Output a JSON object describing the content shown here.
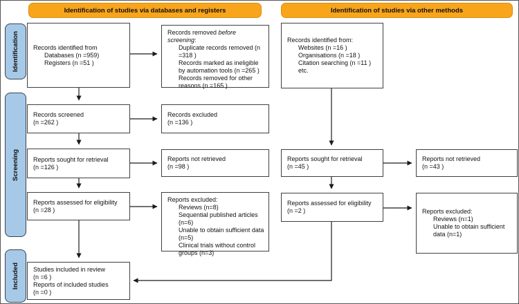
{
  "colors": {
    "banner_fill": "#F8A51B",
    "banner_border": "#DD8F0C",
    "sidebar_fill": "#A6C9E8",
    "sidebar_border": "#39424E",
    "box_border": "#3F3F3F",
    "arrow": "#1a1a1a"
  },
  "banners": {
    "databases": "Identification of studies via databases and registers",
    "other": "Identification of studies via other methods"
  },
  "sidebar": {
    "identification": "Identification",
    "screening": "Screening",
    "included": "Included"
  },
  "boxes": {
    "records_identified_db": {
      "line1": "Records identified from",
      "items": [
        "Databases (n =959)",
        "Registers (n =51 )"
      ]
    },
    "records_removed": {
      "title_prefix": "Records removed ",
      "title_italic": "before screening",
      "title_suffix": ":",
      "items": [
        "Duplicate records removed (n =318 )",
        "Records marked as ineligible by automation tools (n =265 )",
        "Records removed for other reasons (n =165 )"
      ]
    },
    "records_identified_other": {
      "line1": "Records identified from:",
      "items": [
        "Websites (n =16 )",
        "Organisations (n =18 )",
        "Citation searching (n =11 )",
        "etc."
      ]
    },
    "records_screened": {
      "line1": "Records screened",
      "line2": "(n =262 )"
    },
    "records_excluded": {
      "line1": "Records excluded",
      "line2": "(n =136 )"
    },
    "reports_sought_db": {
      "line1": "Reports sought for retrieval",
      "line2": "(n =126 )"
    },
    "reports_not_retrieved_db": {
      "line1": "Reports not retrieved",
      "line2": "(n =98 )"
    },
    "reports_assessed_db": {
      "line1": "Reports assessed for eligibility",
      "line2": "(n =28 )"
    },
    "reports_excluded_db": {
      "title": "Reports excluded:",
      "items": [
        "Reviews (n=8)",
        "Sequential published articles (n=6)",
        "Unable to obtain sufficient data (n=5)",
        "Clinical trials without control groups (n=3)"
      ]
    },
    "reports_sought_other": {
      "line1": "Reports sought for retrieval",
      "line2": "(n =45 )"
    },
    "reports_not_retrieved_other": {
      "line1": "Reports not retrieved",
      "line2": "(n =43 )"
    },
    "reports_assessed_other": {
      "line1": "Reports assessed for eligibility",
      "line2": "(n =2 )"
    },
    "reports_excluded_other": {
      "title": "Reports excluded:",
      "items": [
        "Reviews (n=1)",
        "Unable to obtain sufficient data (n=1)"
      ]
    },
    "studies_included": {
      "lines": [
        "Studies included in review",
        "(n =6 )",
        "Reports of included studies",
        "(n =0 )"
      ]
    }
  }
}
